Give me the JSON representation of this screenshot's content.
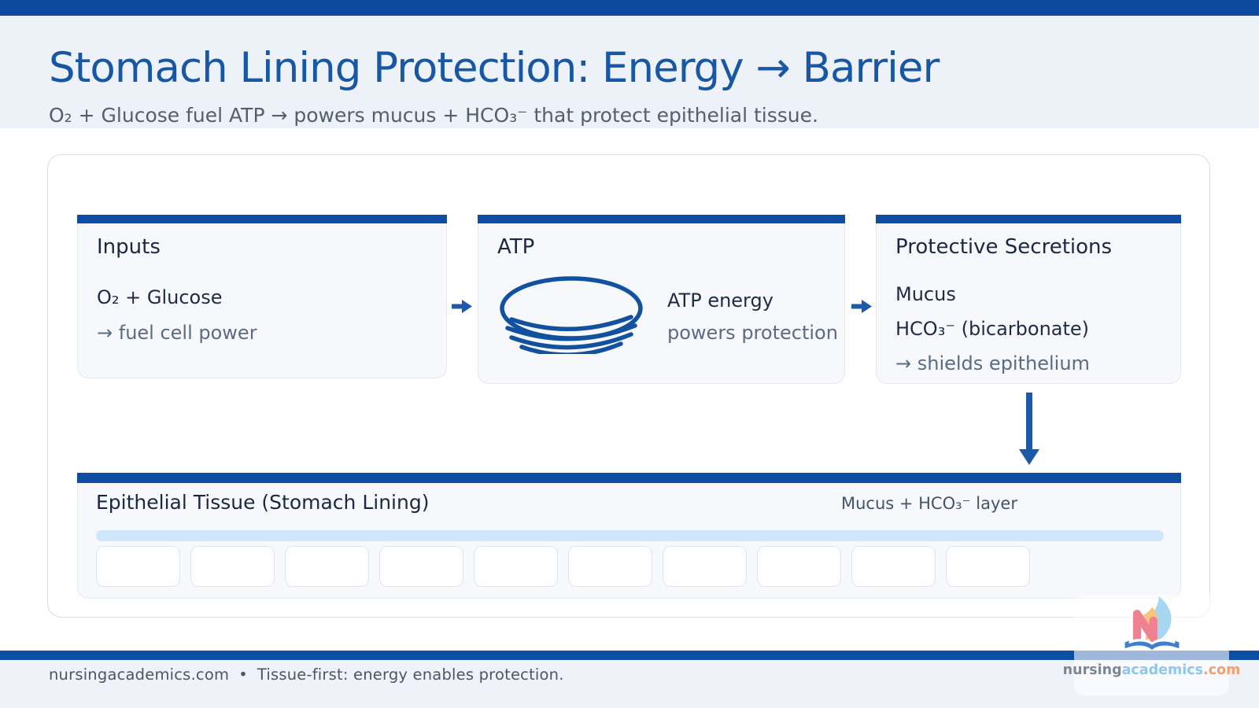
{
  "header": {
    "title": "Stomach Lining Protection: Energy → Barrier",
    "subtitle": "O₂ + Glucose fuel ATP → powers mucus + HCO₃⁻ that protect epithelial tissue."
  },
  "cards": {
    "inputs": {
      "title": "Inputs",
      "line1": "O₂ + Glucose",
      "line2": "→ fuel cell power"
    },
    "atp": {
      "title": "ATP",
      "line1": "ATP energy",
      "line2": "powers protection"
    },
    "secretions": {
      "title": "Protective Secretions",
      "line1": "Mucus",
      "line2": "HCO₃⁻ (bicarbonate)",
      "line3": "→ shields epithelium"
    }
  },
  "tissue": {
    "title": "Epithelial Tissue (Stomach Lining)",
    "layer_label": "Mucus + HCO₃⁻ layer",
    "cell_count": 10
  },
  "footer": {
    "site": "nursingacademics.com",
    "separator": "•",
    "tagline": "Tissue-first: energy enables protection."
  },
  "logo": {
    "part1": "nursing",
    "part2": "academics",
    "part3": ".com"
  },
  "colors": {
    "accent_blue": "#0d4da3",
    "top_bar_blue": "#0d4a9e",
    "title_blue": "#1757a4",
    "arrow_blue": "#1a5aa8",
    "header_bg": "#edf1f8",
    "card_bg": "#f6f8fc",
    "mucus_bar": "#cfe6fb",
    "dark_text": "#1c2742",
    "muted_text": "#5b6b83",
    "footer_bg": "#eff3f9",
    "footer_text": "#4b5563"
  }
}
